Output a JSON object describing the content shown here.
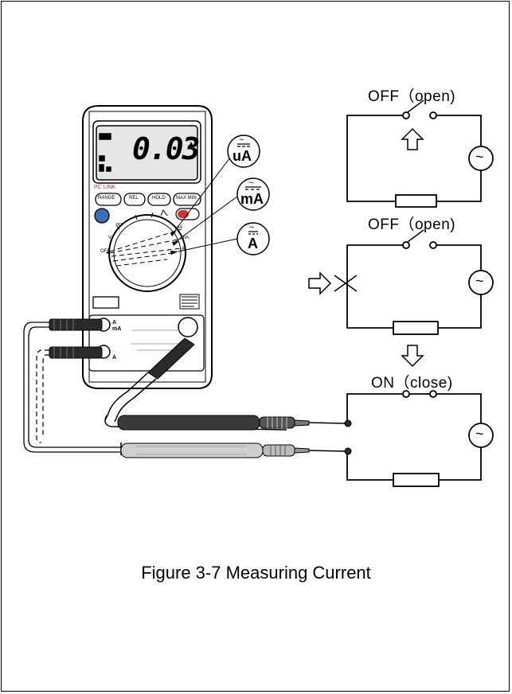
{
  "figure": {
    "caption": "Figure 3-7 Measuring Current"
  },
  "meter": {
    "display_value": "0.03",
    "brand_label": "PC LINK",
    "buttons": [
      "RANGE",
      "REL",
      "HOLD",
      "MAX MIN"
    ],
    "dial_labels": {
      "off": "OFF",
      "hz": "Hz",
      "v": "V",
      "ua": "uA",
      "ma": "mA",
      "a": "A"
    },
    "terminals": {
      "top": "A",
      "middle": "mA",
      "bottom": "A"
    }
  },
  "callouts": {
    "ua": "uA",
    "ma": "mA",
    "a": "A",
    "tilde": "~"
  },
  "circuits": {
    "top_state": "OFF（open)",
    "middle_state": "OFF（open)",
    "bottom_state": "ON（close)"
  },
  "colors": {
    "line": "#000000",
    "background": "#ffffff",
    "display_bg": "#e6e6e6",
    "probe_dark": "#2a2a2a",
    "probe_light": "#cfcfcf"
  }
}
